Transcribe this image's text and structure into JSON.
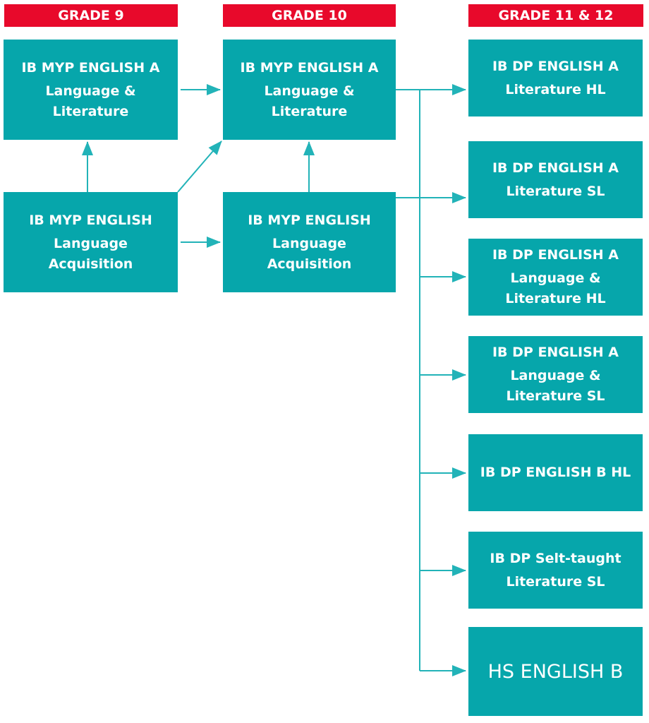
{
  "headers": {
    "g9": "GRADE 9",
    "g10": "GRADE 10",
    "g11": "GRADE 11 & 12"
  },
  "grade9": {
    "english_a": {
      "line1": "IB MYP ENGLISH A",
      "line2": "Language &",
      "line3": "Literature"
    },
    "acquisition": {
      "line1": "IB MYP ENGLISH",
      "line2": "Language",
      "line3": "Acquisition"
    }
  },
  "grade10": {
    "english_a": {
      "line1": "IB MYP ENGLISH A",
      "line2": "Language &",
      "line3": "Literature"
    },
    "acquisition": {
      "line1": "IB MYP ENGLISH",
      "line2": "Language",
      "line3": "Acquisition"
    }
  },
  "grade11_12": [
    {
      "line1": "IB DP ENGLISH A",
      "line2": "Literature HL"
    },
    {
      "line1": "IB DP ENGLISH A",
      "line2": "Literature SL"
    },
    {
      "line1": "IB DP ENGLISH A",
      "line2": "Language &",
      "line3": "Literature HL"
    },
    {
      "line1": "IB DP ENGLISH A",
      "line2": "Language &",
      "line3": "Literature SL"
    },
    {
      "line1": "IB DP ENGLISH B HL"
    },
    {
      "line1": "IB DP Selt-taught",
      "line2": "Literature SL"
    },
    {
      "line1": "HS ENGLISH B"
    }
  ],
  "colors": {
    "header": "#e8092b",
    "box": "#06a6ab",
    "line": "#22b3b8"
  }
}
